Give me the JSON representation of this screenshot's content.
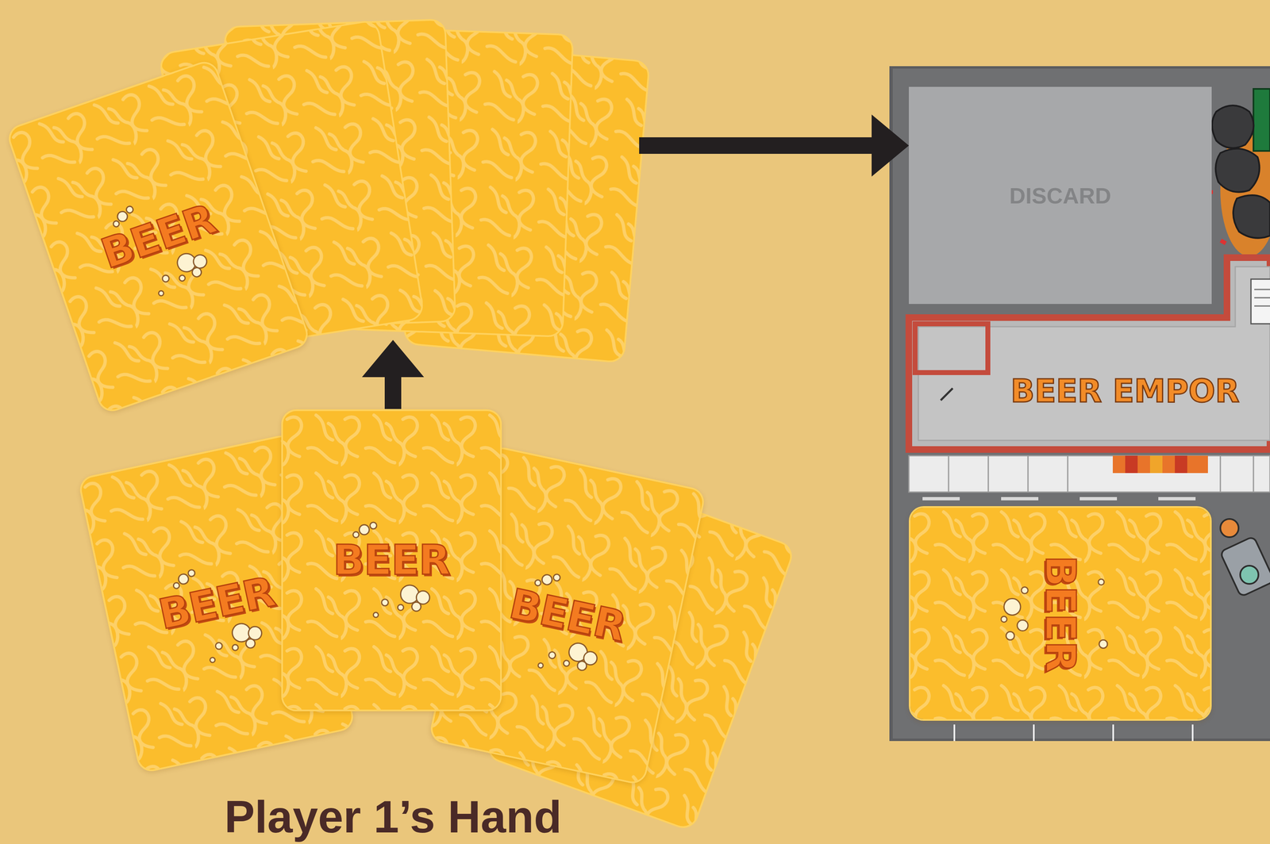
{
  "diagram": {
    "nodes": [
      {
        "text": [
          "BEER"
        ]
      },
      {
        "text": [
          "Player 1’s Hand"
        ]
      },
      {
        "text": [
          "BEER"
        ],
        "in": 1
      },
      {
        "text": [
          "BEER"
        ],
        "in": 1
      },
      {
        "text": [
          "BEER"
        ],
        "in": 1
      },
      {
        "text": [
          "BEER EMPOR"
        ]
      },
      {
        "text": [
          "DISCARD"
        ],
        "in": 5
      },
      {
        "text": [
          "BEER"
        ],
        "in": 5
      }
    ],
    "edges": [
      {
        "from": 1,
        "to": 0,
        "arrow": "to"
      },
      {
        "from": 0,
        "to": 6,
        "arrow": "to"
      }
    ]
  }
}
